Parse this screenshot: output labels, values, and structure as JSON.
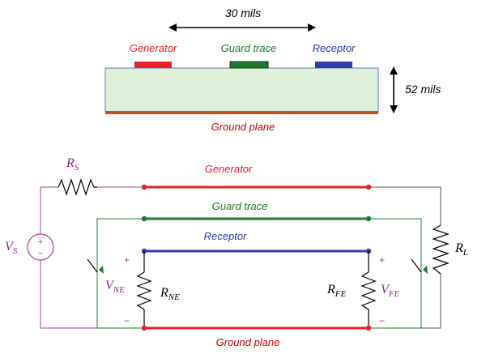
{
  "cross_section": {
    "spacing_label": "30 mils",
    "thickness_label": "52 mils",
    "generator_label": "Generator",
    "guard_label": "Guard trace",
    "receptor_label": "Receptor",
    "ground_label": "Ground plane"
  },
  "circuit": {
    "generator_label": "Generator",
    "guard_label": "Guard trace",
    "receptor_label": "Receptor",
    "ground_label": "Ground plane",
    "source": {
      "base": "V",
      "sub": "S",
      "plus": "+",
      "minus": "−"
    },
    "rs": {
      "base": "R",
      "sub": "S"
    },
    "rl": {
      "base": "R",
      "sub": "L"
    },
    "rne": {
      "base": "R",
      "sub": "NE"
    },
    "rfe": {
      "base": "R",
      "sub": "FE"
    },
    "vne": {
      "base": "V",
      "sub": "NE",
      "plus": "+",
      "minus": "−"
    },
    "vfe": {
      "base": "V",
      "sub": "FE",
      "plus": "+",
      "minus": "−"
    }
  },
  "colors": {
    "generator": "#e8202a",
    "guard": "#1e7a2e",
    "receptor": "#2d3ea8",
    "ground_plane": "#c8531a",
    "source_wire": "#a0409a",
    "substrate": "#dff0d8",
    "substrate_border": "#5a7fb0",
    "resistor_label": "#8a2a8a",
    "rl_wire": "#555555"
  }
}
